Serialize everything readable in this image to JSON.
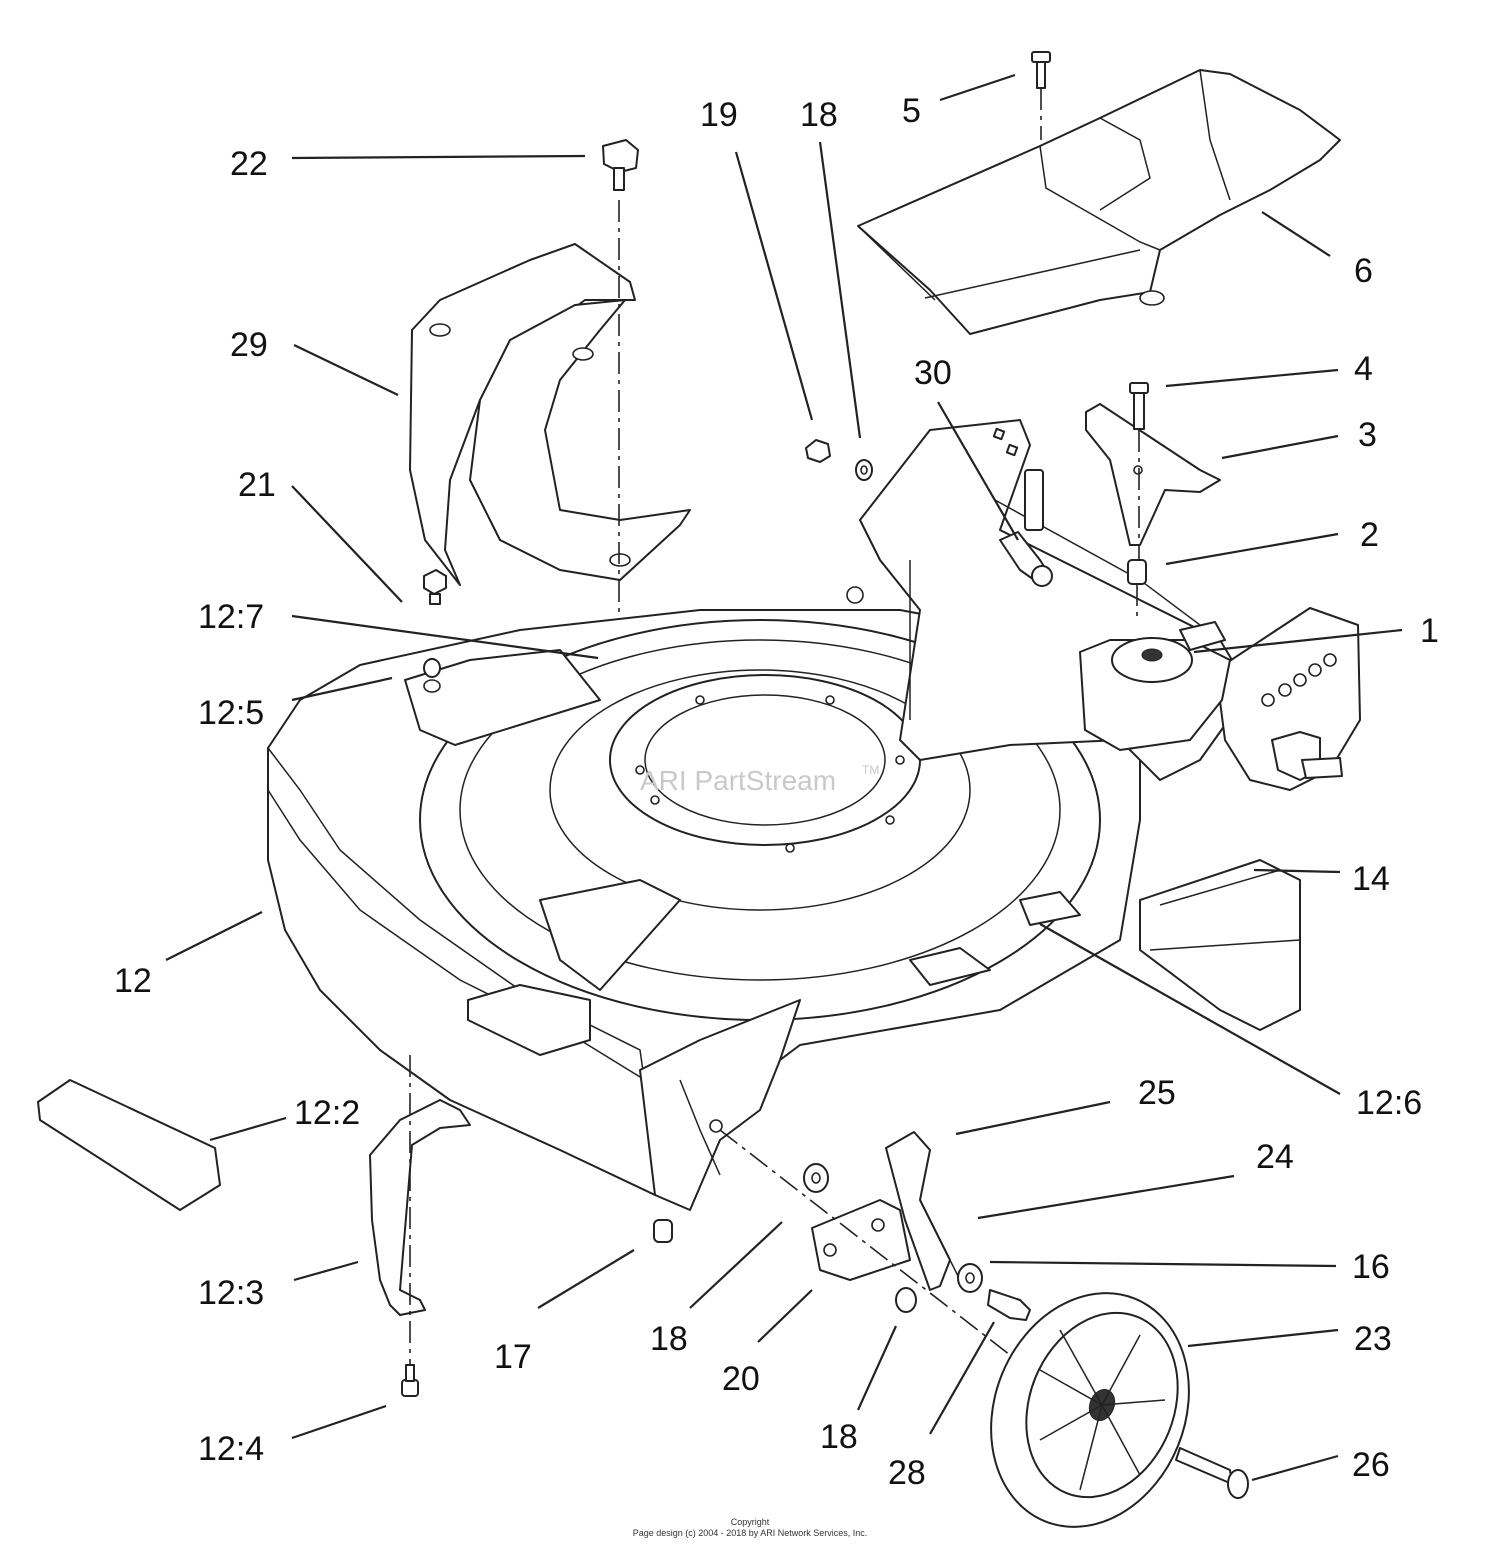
{
  "watermark": {
    "text": "ARI PartStream",
    "trademark": "TM"
  },
  "footer": {
    "line1": "Copyright",
    "line2": "Page design (c) 2004 - 2018 by ARI Network Services, Inc."
  },
  "callouts": {
    "c22": "22",
    "c19": "19",
    "c18a": "18",
    "c5": "5",
    "c6": "6",
    "c29": "29",
    "c30": "30",
    "c4": "4",
    "c3": "3",
    "c21": "21",
    "c2": "2",
    "c127": "12:7",
    "c1": "1",
    "c125": "12:5",
    "c14": "14",
    "c12": "12",
    "c126": "12:6",
    "c122": "12:2",
    "c25": "25",
    "c24": "24",
    "c123": "12:3",
    "c16": "16",
    "c17": "17",
    "c18b": "18",
    "c20": "20",
    "c23": "23",
    "c18c": "18",
    "c124": "12:4",
    "c28": "28",
    "c26": "26"
  }
}
